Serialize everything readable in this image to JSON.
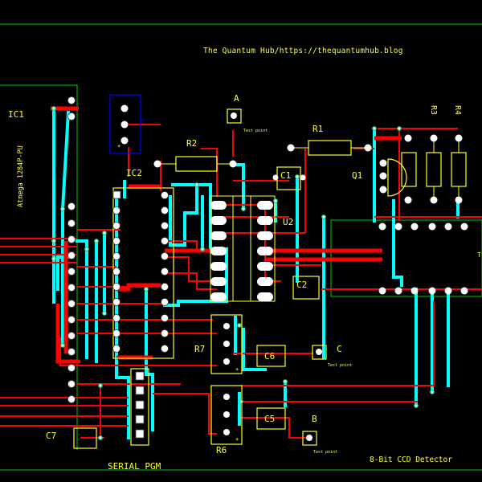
{
  "header": {
    "title": "The Quantum Hub/https://thequantumhub.blog"
  },
  "footer": {
    "project": "8-Bit CCD Detector"
  },
  "labels": {
    "ic1": "IC1",
    "ic1_part": "Atmega 1284P-PU",
    "ic2": "IC2",
    "r1": "R1",
    "r2": "R2",
    "r3": "R3",
    "r4": "R4",
    "r6": "R6",
    "r7": "R7",
    "c1": "C1",
    "c2": "C2",
    "c5": "C5",
    "c6": "C6",
    "c7": "C7",
    "u2": "U2",
    "q1": "Q1",
    "tp_a": "A",
    "tp_b": "B",
    "tp_c": "C",
    "tp_text": "Test point",
    "serial": "SERIAL PGM"
  },
  "colors": {
    "background": "#000000",
    "top_copper": "#ff0000",
    "bottom_copper": "#00ffff",
    "silkscreen": "#ffff2a",
    "outline": "#00cc00",
    "pad": "#ffffff",
    "via": "#00d080",
    "connector": "#0000ff"
  }
}
